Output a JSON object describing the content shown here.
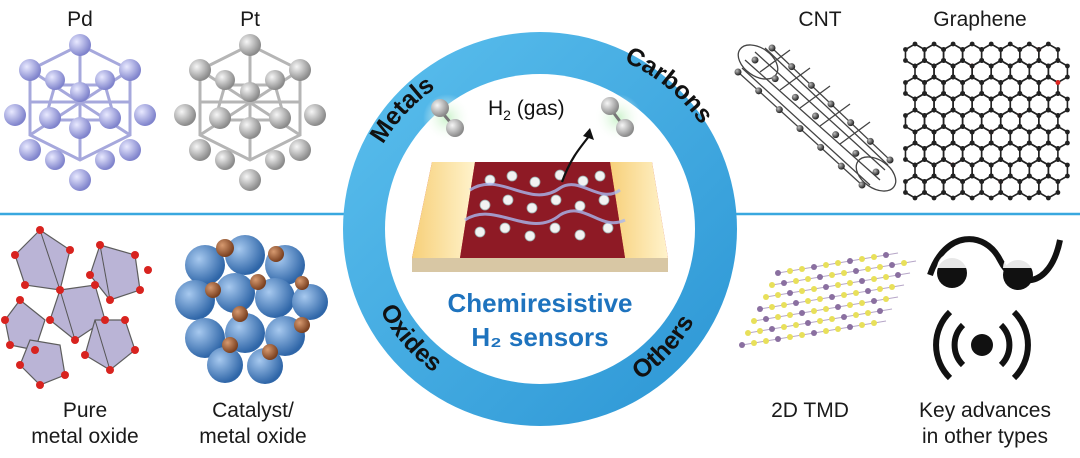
{
  "labels": {
    "pd": "Pd",
    "pt": "Pt",
    "cnt": "CNT",
    "graphene": "Graphene",
    "pure_metal_oxide_1": "Pure",
    "pure_metal_oxide_2": "metal oxide",
    "catalyst_1": "Catalyst/",
    "catalyst_2": "metal oxide",
    "tmd": "2D TMD",
    "key_1": "Key advances",
    "key_2": "in other types"
  },
  "ring": {
    "metals": "Metals",
    "carbons": "Carbons",
    "oxides": "Oxides",
    "others": "Others"
  },
  "center": {
    "gas_h": "H",
    "gas_sub": "2",
    "gas_rest": " (gas)",
    "title_1": "Chemiresistive",
    "title_2": "H₂ sensors"
  },
  "colors": {
    "ring": "#39a8df",
    "divider": "#39a8df",
    "title": "#1e73be",
    "pd": "#9b9ee0",
    "pt": "#b8b8b8",
    "oxide": "#b3acd0",
    "catalyst_sphere": "#4d86c6",
    "catalyst_dot": "#a8643a",
    "tmd_s": "#e8e05a",
    "tmd_m": "#8a6fa0"
  }
}
